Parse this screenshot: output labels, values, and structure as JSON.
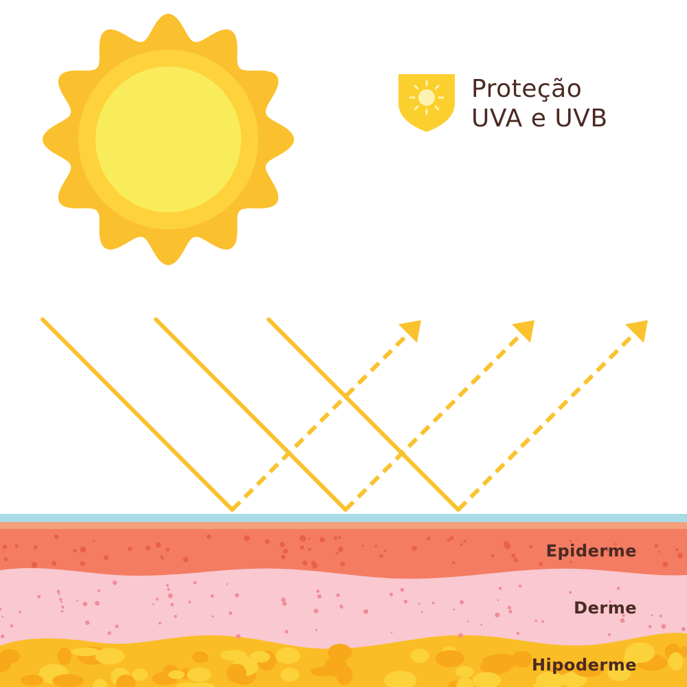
{
  "title": {
    "line1": "Proteção",
    "line2": "UVA e UVB"
  },
  "layers": {
    "epidermis": "Epiderme",
    "dermis": "Derme",
    "hypodermis": "Hipoderme"
  },
  "icons": {
    "sun": "sun-icon",
    "shield": "shield-sun-icon",
    "rays": "reflected-uv-rays"
  },
  "colors": {
    "sun_outer": "#fbc02d",
    "sun_middle": "#fdd23a",
    "sun_inner": "#f9ec5b",
    "ray": "#f9c22e",
    "film": "#a8dbe6",
    "epidermis": "#f47c62",
    "dermis": "#f9c8d0",
    "hypodermis": "#fbbd25",
    "text": "#4a2a23"
  }
}
